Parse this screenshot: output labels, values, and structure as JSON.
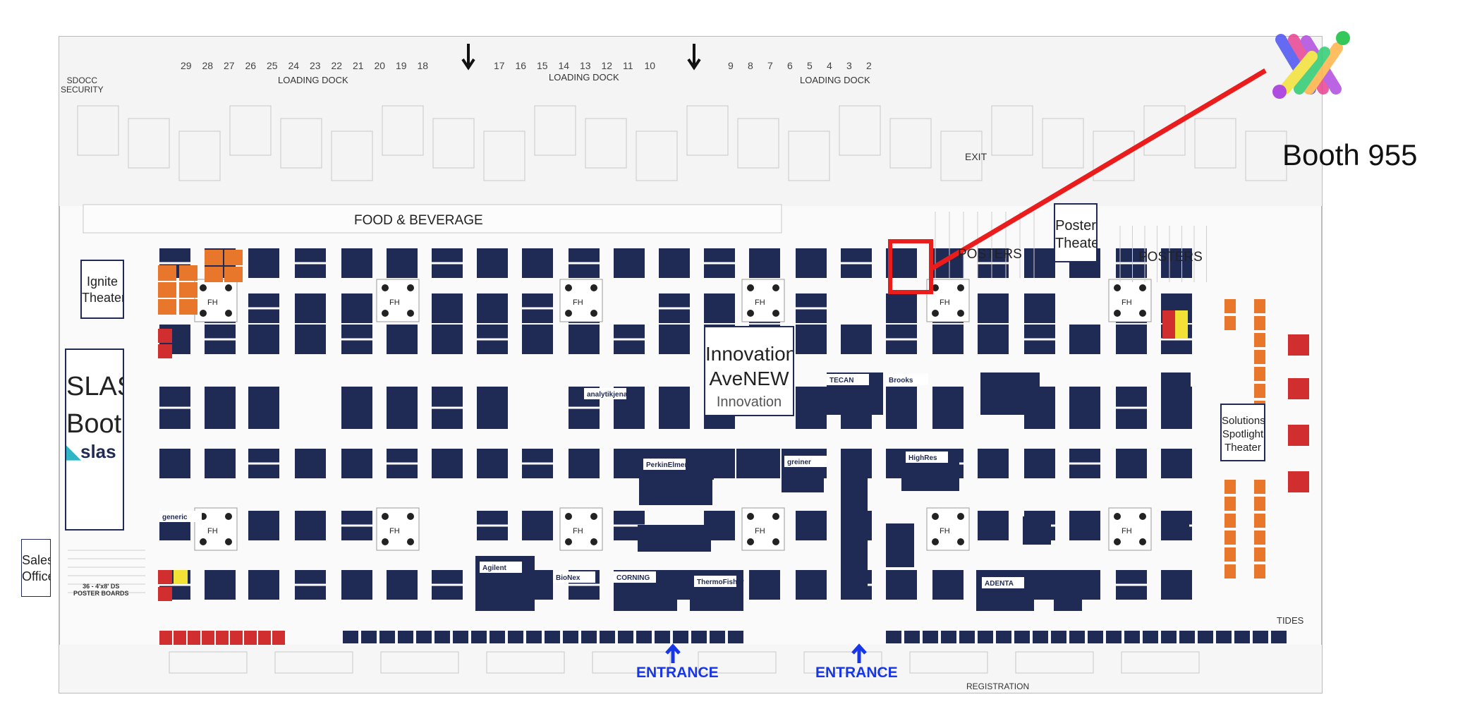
{
  "map": {
    "palette": {
      "booth": "#1f2a55",
      "orange": "#e8762b",
      "red": "#d12f2f",
      "yellow": "#f2e236",
      "highlight": "#ea1c1c",
      "entrance": "#1736e8"
    },
    "loading_docks": [
      "LOADING DOCK",
      "LOADING DOCK",
      "LOADING DOCK"
    ],
    "dock_numbers": [
      "29",
      "28",
      "27",
      "26",
      "25",
      "24",
      "23",
      "22",
      "21",
      "20",
      "19",
      "18",
      "17",
      "16",
      "15",
      "14",
      "13",
      "12",
      "11",
      "10",
      "9",
      "8",
      "7",
      "6",
      "5",
      "4",
      "3",
      "2"
    ],
    "security": "SDOCC\nSECURITY",
    "food": "FOOD & BEVERAGE",
    "posters": [
      "POSTERS",
      "POSTERS"
    ],
    "exit": "EXIT",
    "tides": "TIDES",
    "registration": "REGISTRATION",
    "poster_boards": "36 - 4'x8' DS\nPOSTER BOARDS",
    "theaters": {
      "ignite": "Ignite\nTheater",
      "poster": "Poster\nTheater",
      "slas": "SLAS\nBooth",
      "slas_logo": "slas",
      "sales": "Sales\nOffice",
      "innovation": "Innovation\nAveNEW",
      "innovation_sub": "Innovation",
      "solutions": "Solutions\nSpotlight\nTheater"
    },
    "entrances": [
      "ENTRANCE",
      "ENTRANCE"
    ],
    "fh": "FH",
    "exhibitors": [
      "TECAN",
      "Brooks",
      "HighRes",
      "PerkinElmer",
      "greiner",
      "Agilent",
      "BioNex",
      "CORNING",
      "ThermoFisher",
      "ADENTA",
      "analytikjena",
      "generic",
      "slas"
    ]
  },
  "callout": {
    "booth_label": "Booth 955",
    "logo_icon": "colorful-x-logo-icon"
  }
}
